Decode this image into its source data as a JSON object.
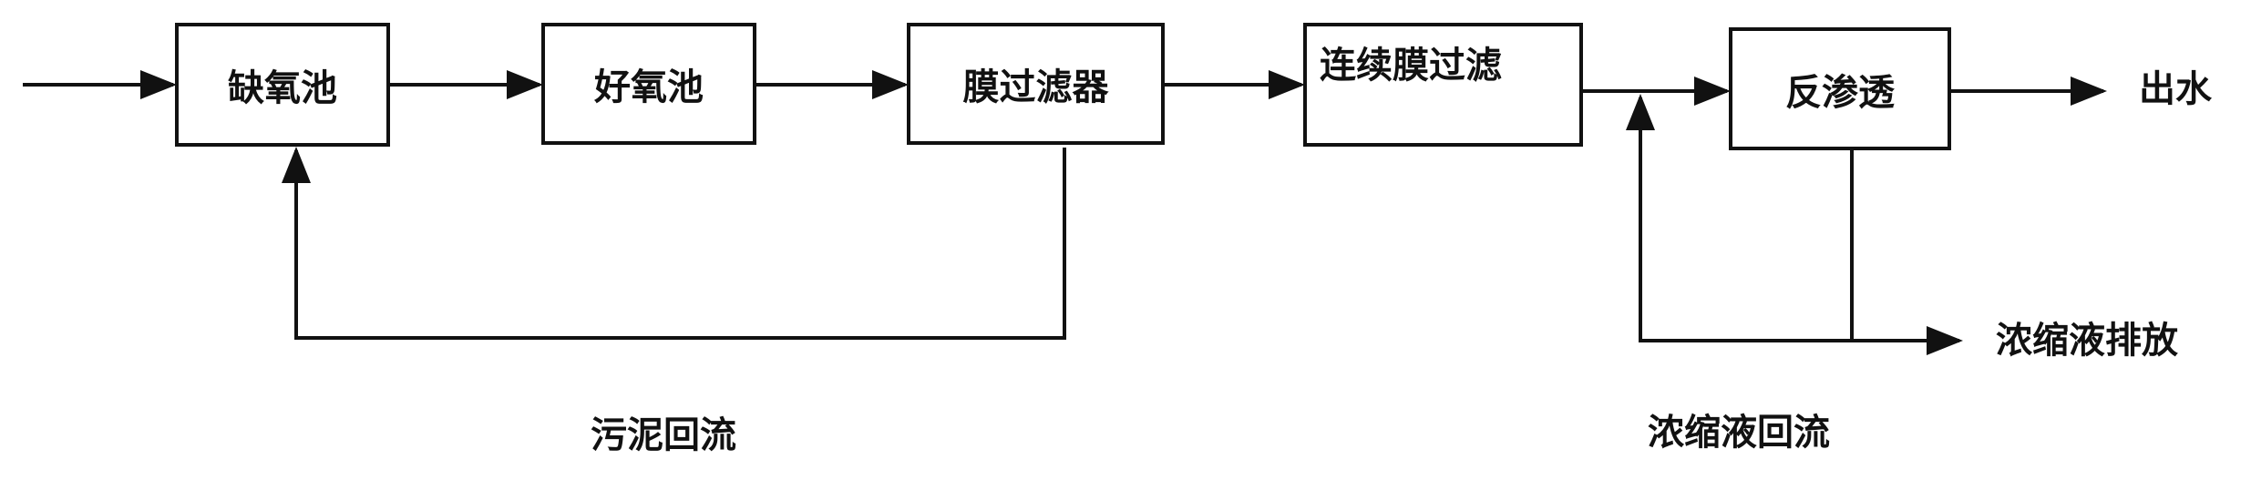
{
  "nodes": {
    "anoxic": "缺氧池",
    "aerobic": "好氧池",
    "membrane_filter": "膜过滤器",
    "continuous_membrane": "连续膜过滤",
    "reverse_osmosis": "反渗透"
  },
  "labels": {
    "outlet": "出水",
    "concentrate_discharge": "浓缩液排放",
    "sludge_return": "污泥回流",
    "concentrate_return": "浓缩液回流"
  },
  "colors": {
    "line": "#111111",
    "background": "#ffffff"
  }
}
